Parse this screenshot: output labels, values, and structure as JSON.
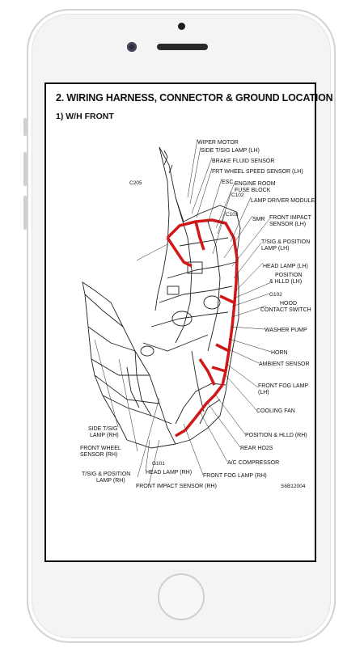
{
  "document": {
    "title": "2. WIRING HARNESS, CONNECTOR & GROUND LOCATION",
    "subtitle": "1) W/H FRONT",
    "figure_code": "S6B12004"
  },
  "callouts": {
    "wiper_motor": "WIPER MOTOR",
    "side_tsig_lh": "SIDE T/SIG LAMP (LH)",
    "brake_fluid": "BRAKE FLUID SENSOR",
    "frt_wheel_lh": "FRT WHEEL SPEED SENSOR (LH)",
    "esc": "ESC",
    "engine_room_1": "ENGINE ROOM",
    "engine_room_2": "FUSE BLOCK",
    "c205": "C205",
    "c102": "C102",
    "lamp_driver": "LAMP DRIVER MODULE",
    "c103": "C103",
    "smr": "SMR",
    "fic_lh_1": "FRONT IMPACT",
    "fic_lh_2": "SENSOR (LH)",
    "tsig_lh_1": "T/SIG & POSITION",
    "tsig_lh_2": "LAMP (LH)",
    "head_lh": "HEAD LAMP (LH)",
    "pos_hlld_1": "POSITION",
    "pos_hlld_2": "& HLLD (LH)",
    "g102": "G102",
    "hood_1": "HOOD",
    "hood_2": "CONTACT SWITCH",
    "washer": "WASHER PUMP",
    "horn": "HORN",
    "ambient": "AMBIENT SENSOR",
    "fog_lh_1": "FRONT FOG LAMP",
    "fog_lh_2": "(LH)",
    "cooling": "COOLING FAN",
    "pos_hlld_rh": "POSITION & HLLD (RH)",
    "rear_hos": "REAR HO2S",
    "ac_comp": "A/C COMPRESSOR",
    "fog_rh": "FRONT FOG LAMP (RH)",
    "side_tsig_rh_1": "SIDE T/SIG",
    "side_tsig_rh_2": "LAMP (RH)",
    "fws_rh_1": "FRONT WHEEL",
    "fws_rh_2": "SENSOR (RH)",
    "tsig_rh_1": "T/SIG & POSITION",
    "tsig_rh_2": "LAMP (RH)",
    "g101": "G101",
    "head_rh": "HEAD LAMP (RH)",
    "fic_rh": "FRONT IMPACT SENSOR (RH)"
  }
}
